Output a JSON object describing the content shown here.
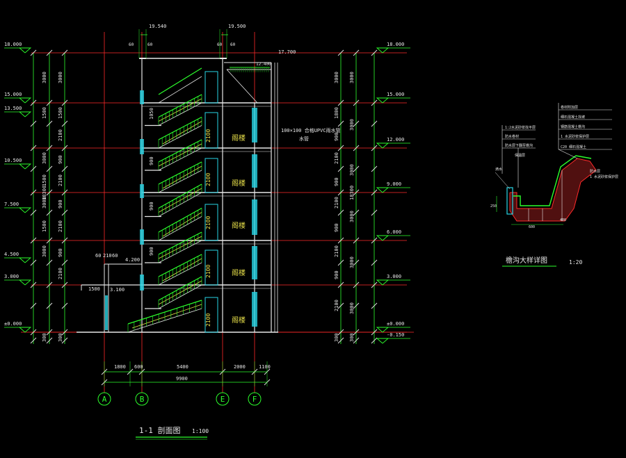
{
  "colors": {
    "red": "#ff2a2a",
    "green": "#2cff2c",
    "white": "#e8e8e8",
    "cyan": "#27d6e6",
    "yellow": "#e8e04a",
    "gray": "#9a9a9a",
    "dimgreen": "#1aa31a"
  },
  "titles": {
    "section": "1-1 剖面图",
    "section_scale": "1:100",
    "detail": "檐沟大样详图",
    "detail_scale": "1:20"
  },
  "axes": [
    "A",
    "B",
    "E",
    "F"
  ],
  "dims_bottom": {
    "spans": [
      "1800",
      "600",
      "5400",
      "2000",
      "1100"
    ],
    "total": "9900"
  },
  "dims_top": [
    "19.540",
    "19.500",
    "60",
    "60",
    "60",
    "60"
  ],
  "elev_left": [
    "18.000",
    "15.000",
    "13.500",
    "10.500",
    "7.500",
    "4.500",
    "3.000",
    "±0.000"
  ],
  "elev_right": [
    "18.000",
    "15.000",
    "12.000",
    "9.000",
    "6.000",
    "3.000",
    "±0.000",
    "-0.150"
  ],
  "dims_left_outer": [
    "3000",
    "1500",
    "3000",
    "1500",
    "3000",
    "1500",
    "3000",
    "18300",
    "300"
  ],
  "dims_left_inner": [
    "3000",
    "1500",
    "2100",
    "900",
    "2100",
    "900",
    "2100",
    "900",
    "2100",
    "300"
  ],
  "dims_right_inner": [
    "3000",
    "1800",
    "900",
    "2100",
    "900",
    "2100",
    "900",
    "2100",
    "900",
    "2100",
    "300"
  ],
  "dims_right_outer": [
    "3000",
    "3000",
    "3000",
    "3000",
    "3000",
    "3000",
    "18300",
    "300"
  ],
  "room_labels": [
    "阁楼",
    "阁楼",
    "阁楼",
    "阁楼",
    "阁楼"
  ],
  "door_heights": [
    "2100",
    "2100",
    "2100",
    "2100",
    "2100"
  ],
  "misc_labels": {
    "eave": "17.700",
    "eave_small": "12.400",
    "canopy_level": "3.100",
    "canopy_top": "4.200",
    "canopy_len": "1500",
    "canopy_dims": [
      "60",
      "210",
      "60"
    ],
    "gutter_note1": "100×100 合格UPVC雨水管",
    "gutter_note2": "水管",
    "stair_h": "900",
    "stair_h2": "1050"
  },
  "detail_notes": [
    "1:2水泥砂浆找平层",
    "防水卷材",
    "防水层下翻至檐沟",
    "保温层",
    "卷材附加层",
    "细石混凝土找坡",
    "钢筋混凝土檐沟",
    "1 水泥砂浆保护层",
    "C20 细石混凝土",
    "防水层",
    "滴水"
  ],
  "detail_dims": [
    "600",
    "250",
    "400"
  ]
}
